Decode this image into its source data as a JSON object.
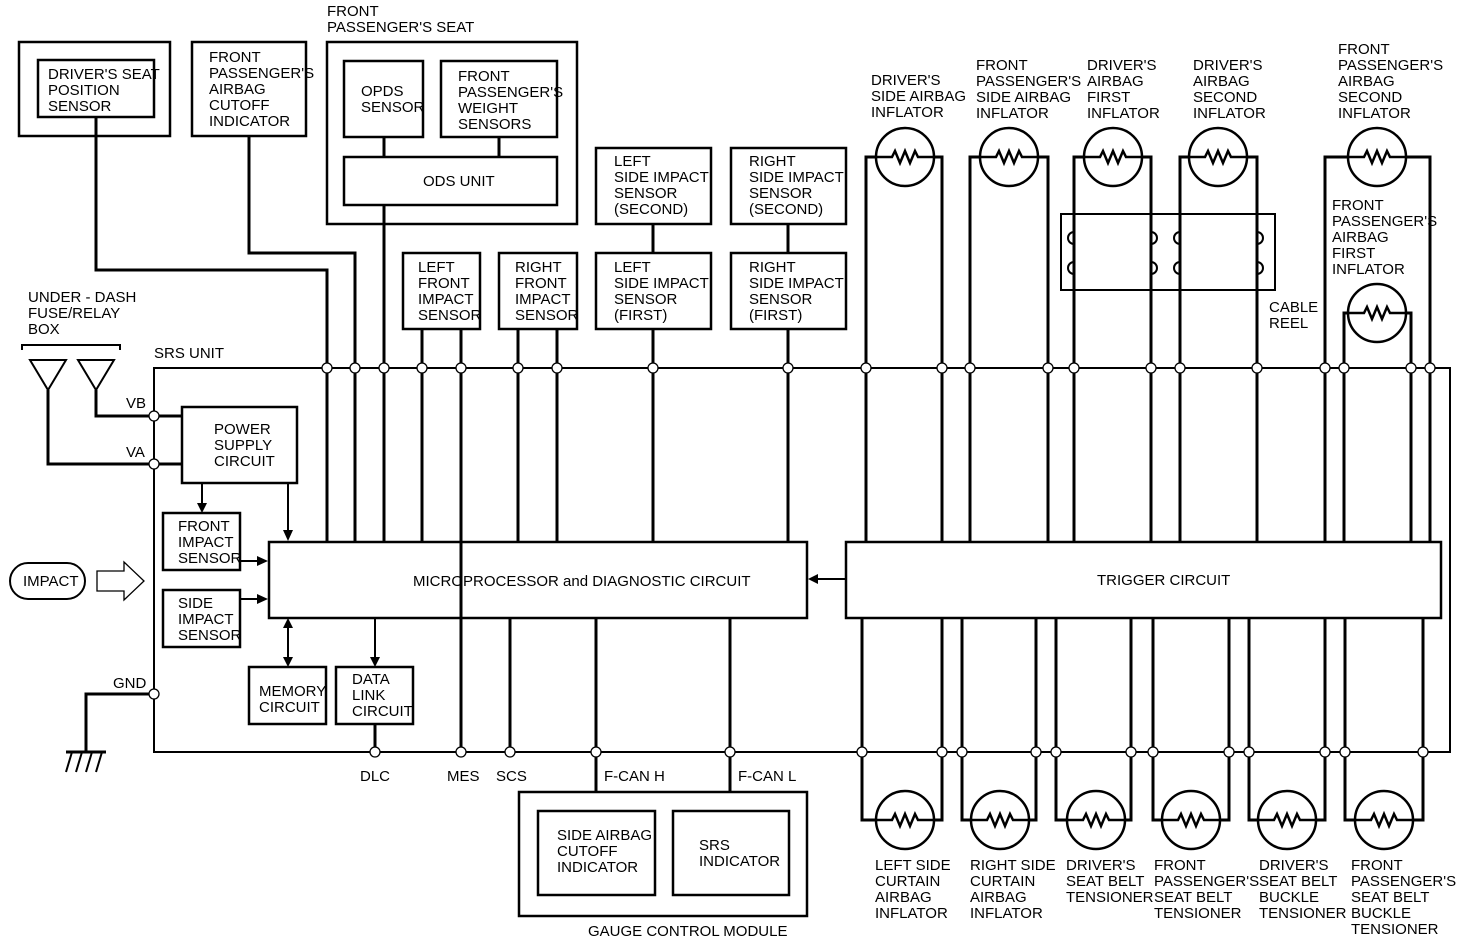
{
  "labels": {
    "drivers_seat_position_sensor": [
      "DRIVER'S SEAT",
      "POSITION",
      "SENSOR"
    ],
    "fp_airbag_cutoff_indicator": [
      "FRONT",
      "PASSENGER'S",
      "AIRBAG",
      "CUTOFF",
      "INDICATOR"
    ],
    "front_passengers_seat": [
      "FRONT",
      "PASSENGER'S SEAT"
    ],
    "opds_sensor": [
      "OPDS",
      "SENSOR"
    ],
    "fp_weight_sensors": [
      "FRONT",
      "PASSENGER'S",
      "WEIGHT",
      "SENSORS"
    ],
    "ods_unit": "ODS UNIT",
    "left_side_impact_second": [
      "LEFT",
      "SIDE IMPACT",
      "SENSOR",
      "(SECOND)"
    ],
    "right_side_impact_second": [
      "RIGHT",
      "SIDE IMPACT",
      "SENSOR",
      "(SECOND)"
    ],
    "left_side_impact_first": [
      "LEFT",
      "SIDE IMPACT",
      "SENSOR",
      "(FIRST)"
    ],
    "right_side_impact_first": [
      "RIGHT",
      "SIDE IMPACT",
      "SENSOR",
      "(FIRST)"
    ],
    "left_front_impact": [
      "LEFT",
      "FRONT",
      "IMPACT",
      "SENSOR"
    ],
    "right_front_impact": [
      "RIGHT",
      "FRONT",
      "IMPACT",
      "SENSOR"
    ],
    "under_dash_box": [
      "UNDER - DASH",
      "FUSE/RELAY",
      "BOX"
    ],
    "srs_unit": "SRS UNIT",
    "vb": "VB",
    "va": "VA",
    "gnd": "GND",
    "power_supply": [
      "POWER",
      "SUPPLY",
      "CIRCUIT"
    ],
    "front_impact_sensor": [
      "FRONT",
      "IMPACT",
      "SENSOR"
    ],
    "side_impact_sensor": [
      "SIDE",
      "IMPACT",
      "SENSOR"
    ],
    "impact": "IMPACT",
    "microprocessor": "MICROPROCESSOR and DIAGNOSTIC CIRCUIT",
    "trigger": "TRIGGER CIRCUIT",
    "memory": [
      "MEMORY",
      "CIRCUIT"
    ],
    "data_link": [
      "DATA",
      "LINK",
      "CIRCUIT"
    ],
    "dlc": "DLC",
    "mes": "MES",
    "scs": "SCS",
    "fcan_h": "F-CAN H",
    "fcan_l": "F-CAN L",
    "side_airbag_cutoff_indicator": [
      "SIDE AIRBAG",
      "CUTOFF",
      "INDICATOR"
    ],
    "srs_indicator": [
      "SRS",
      "INDICATOR"
    ],
    "gauge_control_module": "GAUGE CONTROL MODULE",
    "cable_reel": [
      "CABLE",
      "REEL"
    ],
    "drivers_side_airbag_inflator": [
      "DRIVER'S",
      "SIDE AIRBAG",
      "INFLATOR"
    ],
    "fp_side_airbag_inflator": [
      "FRONT",
      "PASSENGER'S",
      "SIDE AIRBAG",
      "INFLATOR"
    ],
    "drivers_airbag_first": [
      "DRIVER'S",
      "AIRBAG",
      "FIRST",
      "INFLATOR"
    ],
    "drivers_airbag_second": [
      "DRIVER'S",
      "AIRBAG",
      "SECOND",
      "INFLATOR"
    ],
    "fp_airbag_second": [
      "FRONT",
      "PASSENGER'S",
      "AIRBAG",
      "SECOND",
      "INFLATOR"
    ],
    "fp_airbag_first": [
      "FRONT",
      "PASSENGER'S",
      "AIRBAG",
      "FIRST",
      "INFLATOR"
    ],
    "left_curtain": [
      "LEFT SIDE",
      "CURTAIN",
      "AIRBAG",
      "INFLATOR"
    ],
    "right_curtain": [
      "RIGHT SIDE",
      "CURTAIN",
      "AIRBAG",
      "INFLATOR"
    ],
    "drivers_seat_belt_tensioner": [
      "DRIVER'S",
      "SEAT BELT",
      "TENSIONER"
    ],
    "fp_seat_belt_tensioner": [
      "FRONT",
      "PASSENGER'S",
      "SEAT BELT",
      "TENSIONER"
    ],
    "drivers_buckle_tensioner": [
      "DRIVER'S",
      "SEAT BELT",
      "BUCKLE",
      "TENSIONER"
    ],
    "fp_buckle_tensioner": [
      "FRONT",
      "PASSENGER'S",
      "SEAT BELT",
      "BUCKLE",
      "TENSIONER"
    ]
  }
}
